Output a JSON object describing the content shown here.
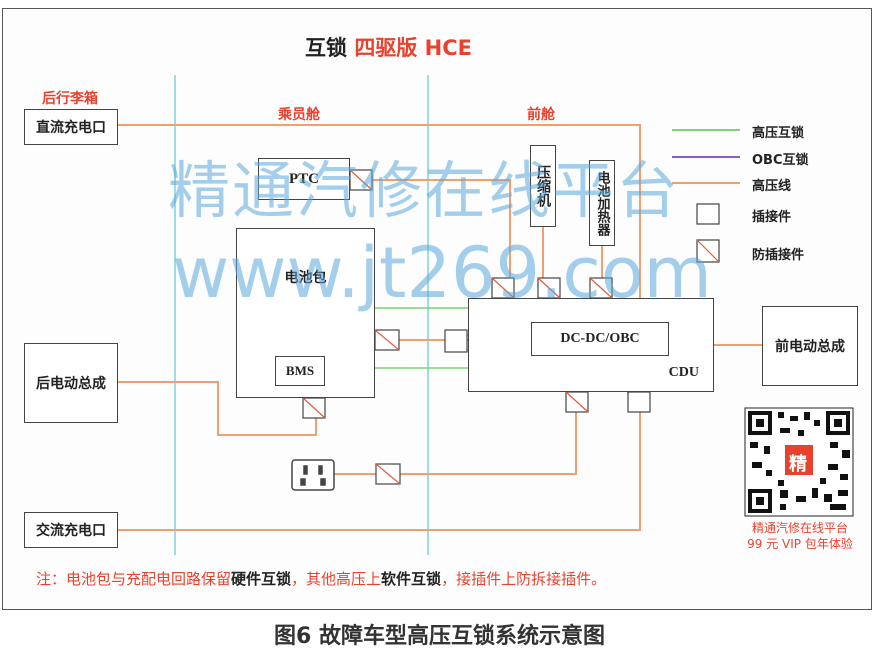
{
  "title": {
    "part1": "互锁 ",
    "part2": "四驱版 HCE"
  },
  "regions": {
    "rear_trunk": "后行李箱",
    "cabin": "乘员舱",
    "front_cabin": "前舱"
  },
  "components": {
    "dc_port": "直流充电口",
    "rear_motor": "后电动总成",
    "ac_port": "交流充电口",
    "ptc": "PTC",
    "battery": "电池包",
    "bms": "BMS",
    "compressor": "压缩机",
    "battery_heater": "电池加热器",
    "dcdc_obc": "DC-DC/OBC",
    "cdu": "CDU",
    "front_motor": "前电动总成"
  },
  "legend": {
    "hv_interlock": "高压互锁",
    "obc_interlock": "OBC互锁",
    "hv_line": "高压线",
    "connector": "插接件",
    "anti_connector": "防插接件"
  },
  "colors": {
    "hv_interlock": "#7ed27a",
    "obc_interlock": "#8a5cc2",
    "hv_line": "#f0a070",
    "region": "#e8422e",
    "divider": "#7fd3d6"
  },
  "note": {
    "prefix": "注：电池包与充配电回路保留",
    "bold1": "硬件互锁",
    "middle": "，其他高压上",
    "bold2": "软件互锁",
    "suffix": "，接插件上防拆接插件。"
  },
  "watermark": {
    "line1": "精通汽修在线平台",
    "line2": "www.jt269.com"
  },
  "qr": {
    "badge": "精",
    "line1": "精通汽修在线平台",
    "line2": "99 元 VIP 包年体验"
  },
  "caption": "图6 故障车型高压互锁系统示意图"
}
